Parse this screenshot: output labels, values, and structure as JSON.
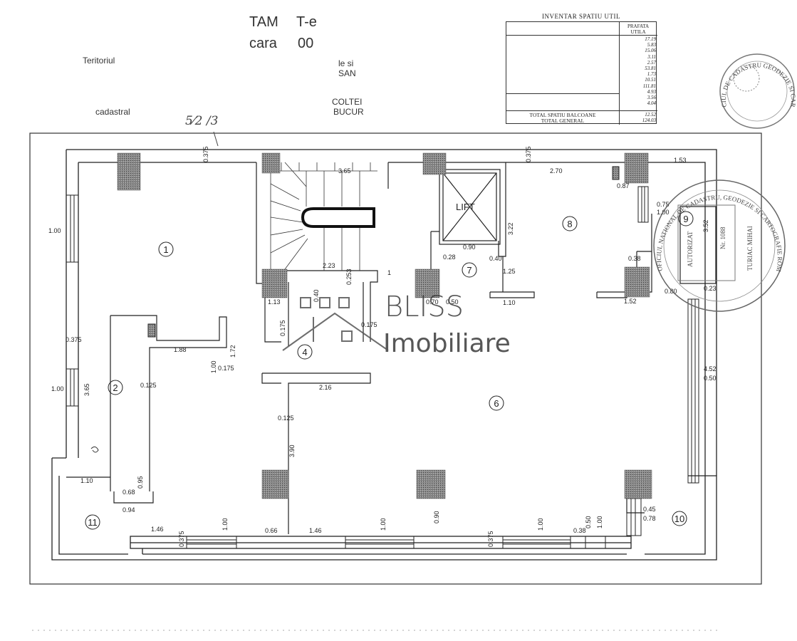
{
  "header": {
    "tam": "TAM",
    "te": "T-e",
    "cara": "cara",
    "zero": "00",
    "teritoriul": "Teritoriul",
    "le_si": "le si",
    "san": "SAN",
    "cadastral": "cadastral",
    "nr_cadastral": "5⁄2  /3",
    "coltei": "COLTEI",
    "bucur": "BUCUR"
  },
  "inventory": {
    "title": "INVENTAR SPATIU UTIL",
    "col_header_1": "PRAFATA",
    "col_header_2": "UTILA",
    "values": [
      "17.19",
      "5.83",
      "15.06",
      "3.11",
      "2.57",
      "53.81",
      "1.73",
      "10.51",
      "111.81",
      "4.93",
      "3.56",
      "4.04"
    ],
    "total_balcon_label": "TOTAL SPATIU BALCOANE",
    "total_balcon_value": "12.52",
    "total_general_label": "TOTAL GENERAL",
    "total_general_value": "124.03"
  },
  "plan": {
    "rooms": {
      "r1": "1",
      "r2": "2",
      "r4": "4",
      "r6": "6",
      "r7": "7",
      "r8": "8",
      "r9": "9",
      "r10": "10",
      "r11": "11"
    },
    "lift_label": "LIFT",
    "stair_landing": "1",
    "dimensions": {
      "d_0375_top": "0.375",
      "d_0375_top2": "0.375",
      "d_365": "3.65",
      "d_270": "2.70",
      "d_153": "1.53",
      "d_087": "0.87",
      "d_075": "0.75",
      "d_100_r": "1.00",
      "d_100_l": "1.00",
      "d_0375_l": "0.375",
      "d_100_l2": "1.00",
      "d_365_l": "3.65",
      "d_0125": "0.125",
      "d_223": "2.23",
      "d_040": "0.40",
      "d_113": "1.13",
      "d_0175": "0.175",
      "d_0175b": "0.175",
      "d_0253": "0.253",
      "d_188": "1.88",
      "d_172": "1.72",
      "d_100_c": "1.00",
      "d_0175c": "0.175",
      "d_216": "2.16",
      "d_0125b": "0.125",
      "d_390": "3.90",
      "d_070": "0.70",
      "d_050": "0.50",
      "d_028": "0.28",
      "d_090": "0.90",
      "d_040b": "0.40",
      "d_125": "1.25",
      "d_322": "3.22",
      "d_110": "1.10",
      "d_038": "0.38",
      "d_152": "1.52",
      "d_080": "0.80",
      "d_023": "0.23",
      "d_352": "3.52",
      "d_452": "4.52",
      "d_050b": "0.50",
      "d_110b": "1.10",
      "d_095": "0.95",
      "d_068": "0.68",
      "d_094": "0.94",
      "d_146": "1.46",
      "d_0375_b": "0.375",
      "d_100_b": "1.00",
      "d_066": "0.66",
      "d_146b": "1.46",
      "d_100_b2": "1.00",
      "d_090_b": "0.90",
      "d_0375_b2": "0.375",
      "d_100_b3": "1.00",
      "d_038b": "0.38",
      "d_050c": "0.50",
      "d_100_b4": "1.00",
      "d_045": "0.45",
      "d_078": "0.78"
    }
  },
  "stamp": {
    "ring_text": "OFICIUL NATIONAL DE CADASTRU, GEODEZIE SI CARTOGRAFIE ROMANIA",
    "autorizat": "AUTORIZAT",
    "nr": "Nr. 1088",
    "name": "TURIAC MIHAI",
    "ring_text_2": "CIUL DE CADASTRU GEODEZIE SI CARTOGRAFIE"
  },
  "watermark": {
    "line1": "BLISS",
    "line2": "Imobiliare"
  },
  "colors": {
    "ink": "#222222",
    "hatch": "#777777",
    "brand": "#3a3a3a"
  }
}
